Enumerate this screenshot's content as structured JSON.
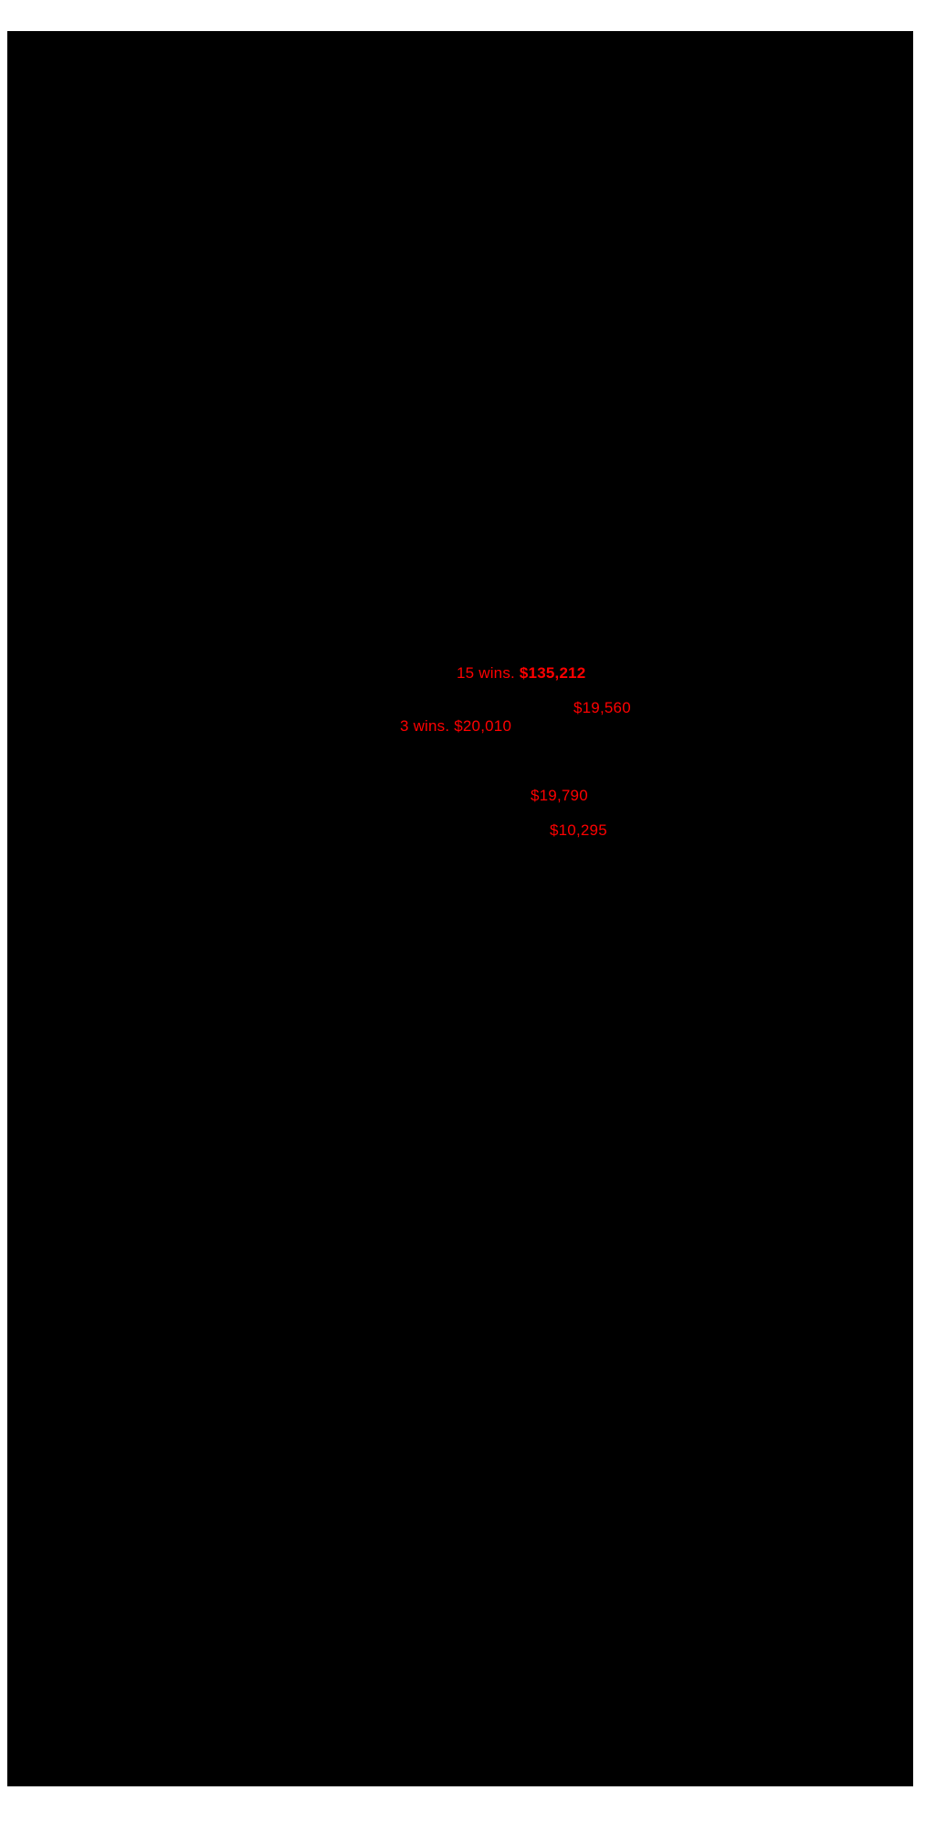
{
  "page": {
    "background_color": "#ffffff",
    "canvas_color": "#000000",
    "accent_text_color": "#ff0000"
  },
  "labels": {
    "summary_1": {
      "wins": "15 wins.",
      "earnings": "$135,212"
    },
    "amount_2": {
      "earnings": "$19,560"
    },
    "summary_3": {
      "wins": "3 wins.",
      "earnings": "$20,010"
    },
    "amount_4": {
      "earnings": "$19,790"
    },
    "amount_5": {
      "earnings": "$10,295"
    }
  }
}
